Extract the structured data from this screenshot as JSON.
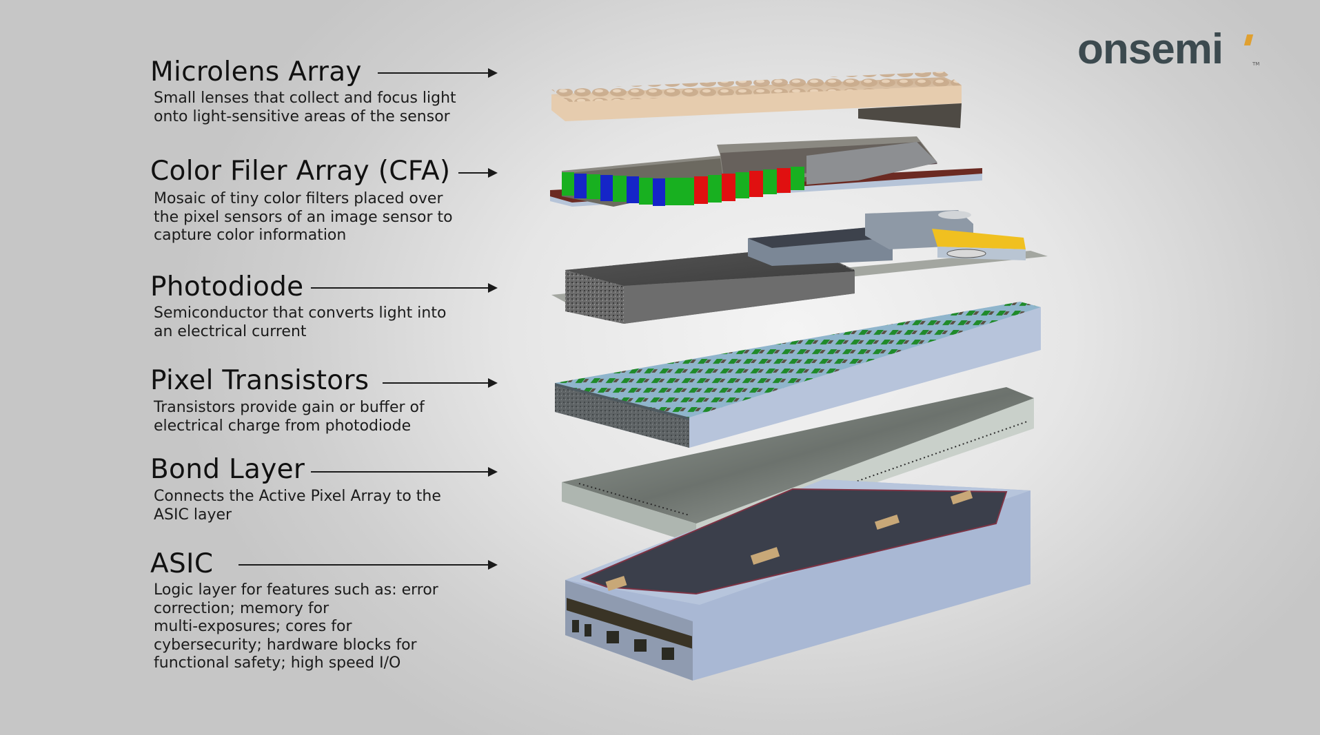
{
  "brand": {
    "logo_text": "onsemi",
    "trademark": "TM",
    "logo_color": "#3c4a4f",
    "accent_color": "#e0a030"
  },
  "layers": [
    {
      "title": "Microlens Array",
      "description": "Small lenses that collect and focus light\nonto light-sensitive areas of the sensor"
    },
    {
      "title": "Color Filer Array (CFA)",
      "description": "Mosaic of tiny color filters placed over\nthe pixel sensors of an image sensor to\ncapture color information"
    },
    {
      "title": "Photodiode",
      "description": "Semiconductor that converts light into\nan electrical current"
    },
    {
      "title": "Pixel Transistors",
      "description": "Transistors provide gain or buffer of\nelectrical charge from photodiode"
    },
    {
      "title": "Bond Layer",
      "description": "Connects the Active Pixel Array to the\nASIC layer"
    },
    {
      "title": "ASIC",
      "description": "Logic layer for features such as: error\ncorrection; memory for\nmulti-exposures; cores for\ncybersecurity; hardware blocks for\nfunctional safety; high speed I/O"
    }
  ],
  "illustration": {
    "cfa_sequence": [
      "green",
      "blue",
      "green",
      "blue",
      "green",
      "blue",
      "green",
      "blue",
      "green",
      "green",
      "red",
      "green",
      "red",
      "green",
      "red",
      "green",
      "red",
      "green"
    ],
    "colors": {
      "microlens": "#e2c4a3",
      "cfa_red": "#e01010",
      "cfa_green": "#18b020",
      "cfa_blue": "#1525c8",
      "substrate_blue": "#b8c6dc",
      "photodiode_dark": "#4a4a4a",
      "transistor_green": "#1f8a2a",
      "bond_gray": "#8e9590",
      "asic_blue": "#a9b8d4",
      "flex_yellow": "#f0c020"
    }
  }
}
